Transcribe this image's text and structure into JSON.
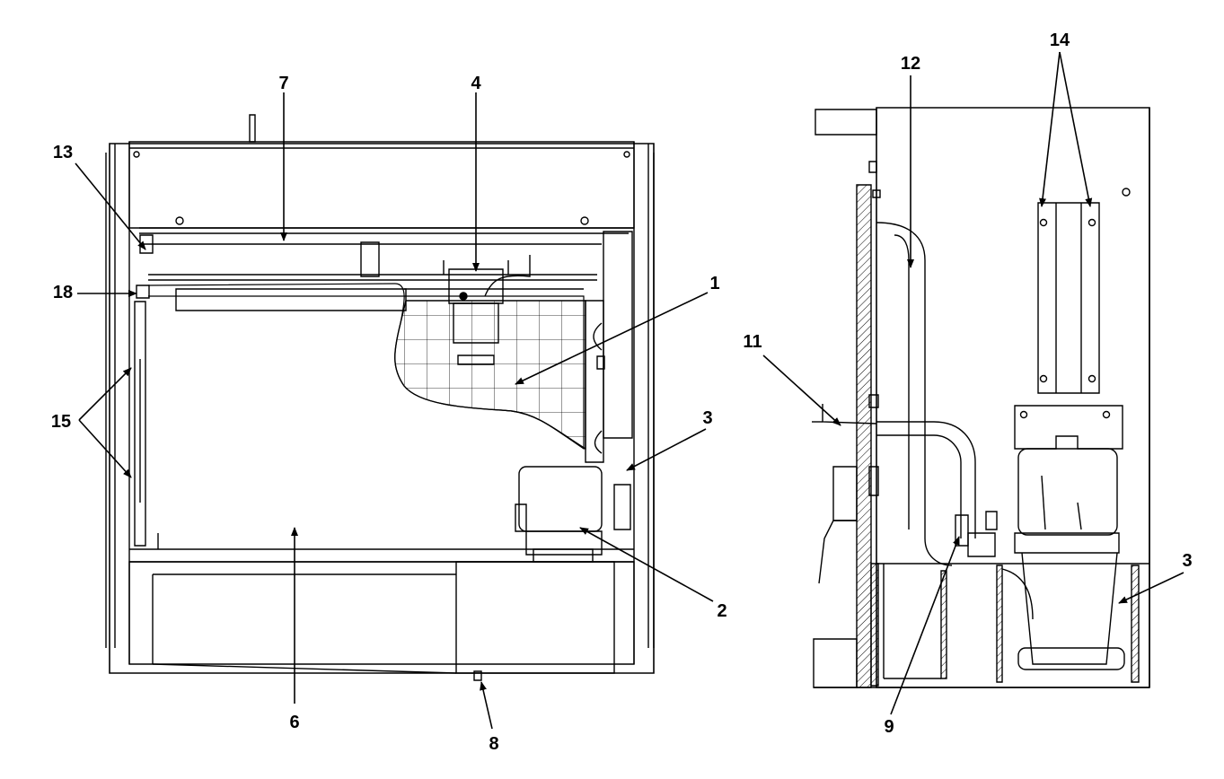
{
  "colors": {
    "ink": "#000000",
    "paper": "#ffffff",
    "hatch": "#000000"
  },
  "callouts": [
    {
      "id": "7",
      "text": "7"
    },
    {
      "id": "4",
      "text": "4"
    },
    {
      "id": "13",
      "text": "13"
    },
    {
      "id": "18",
      "text": "18"
    },
    {
      "id": "1",
      "text": "1"
    },
    {
      "id": "15",
      "text": "15"
    },
    {
      "id": "3a",
      "text": "3"
    },
    {
      "id": "6",
      "text": "6"
    },
    {
      "id": "2",
      "text": "2"
    },
    {
      "id": "8",
      "text": "8"
    },
    {
      "id": "12",
      "text": "12"
    },
    {
      "id": "14",
      "text": "14"
    },
    {
      "id": "11",
      "text": "11"
    },
    {
      "id": "3b",
      "text": "3"
    },
    {
      "id": "9",
      "text": "9"
    }
  ]
}
